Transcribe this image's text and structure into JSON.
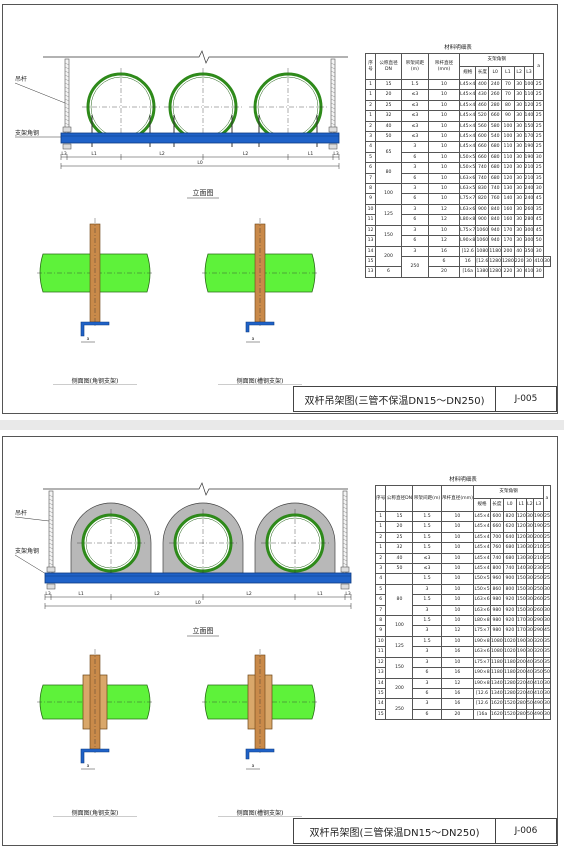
{
  "sheets": [
    {
      "id": "sheet1",
      "insulated": false,
      "labels": {
        "rod": "吊杆",
        "beam": "支架角钢",
        "elevation": "立面图",
        "side_angle": "侧面图(角钢支架)",
        "side_channel": "侧面图(槽钢支架)",
        "dim_L0": "L0",
        "dim_L1": "L1",
        "dim_L2": "L2",
        "dim_L3": "L3",
        "dim_a": "a"
      },
      "title": "双杆吊架图(三管不保温DN15～DN250)",
      "drawing_no": "J-005",
      "table": {
        "title": "材料明细表",
        "head": {
          "seq": "序号",
          "dn": "公称直径DN",
          "spacing": "吊架间距(m)",
          "rod": "吊杆直径(mm)",
          "support": "支架角钢",
          "spec": "规格",
          "len": "长度",
          "l0": "L0",
          "l1": "L1",
          "l2": "L2",
          "l3": "L3",
          "a": "a"
        },
        "rows": [
          [
            "1",
            "15",
            "1.5",
            "10",
            "L45×4",
            "400",
            "240",
            "70",
            "30",
            "100",
            "25"
          ],
          [
            "1",
            "20",
            "≤3",
            "10",
            "L45×4",
            "430",
            "260",
            "70",
            "30",
            "110",
            "25"
          ],
          [
            "2",
            "25",
            "≤3",
            "10",
            "L45×4",
            "460",
            "280",
            "80",
            "30",
            "120",
            "25"
          ],
          [
            "1",
            "32",
            "≤3",
            "10",
            "L45×4",
            "520",
            "660",
            "90",
            "30",
            "140",
            "25"
          ],
          [
            "2",
            "40",
            "≤3",
            "10",
            "L45×4",
            "560",
            "580",
            "100",
            "30",
            "150",
            "25"
          ],
          [
            "3",
            "50",
            "≤3",
            "10",
            "L45×4",
            "600",
            "540",
            "100",
            "30",
            "170",
            "25"
          ],
          [
            "4",
            "",
            "3",
            "10",
            "L45×4",
            "660",
            "680",
            "110",
            "30",
            "190",
            "25"
          ],
          [
            "5",
            "65",
            "6",
            "10",
            "L50×5",
            "660",
            "680",
            "110",
            "30",
            "190",
            "30"
          ],
          [
            "6",
            "80",
            "3",
            "10",
            "L50×5",
            "740",
            "680",
            "120",
            "30",
            "210",
            "25"
          ],
          [
            "7",
            "",
            "6",
            "10",
            "L63×6",
            "740",
            "680",
            "120",
            "30",
            "210",
            "35"
          ],
          [
            "8",
            "100",
            "3",
            "10",
            "L63×5",
            "830",
            "740",
            "130",
            "30",
            "240",
            "30"
          ],
          [
            "9",
            "",
            "6",
            "10",
            "L75×7",
            "820",
            "760",
            "140",
            "30",
            "240",
            "45"
          ],
          [
            "10",
            "125",
            "3",
            "12",
            "L63×6",
            "900",
            "840",
            "160",
            "30",
            "260",
            "35"
          ],
          [
            "11",
            "",
            "6",
            "12",
            "L80×8",
            "900",
            "840",
            "160",
            "30",
            "280",
            "45"
          ],
          [
            "12",
            "150",
            "3",
            "10",
            "L75×7",
            "1060",
            "940",
            "170",
            "30",
            "300",
            "45"
          ],
          [
            "13",
            "",
            "6",
            "12",
            "L90×8",
            "1060",
            "940",
            "170",
            "30",
            "300",
            "50"
          ],
          [
            "14",
            "200",
            "3",
            "16",
            "[12.6",
            "1080",
            "1180",
            "200",
            "40",
            "350",
            "30"
          ],
          [
            "15",
            "",
            "6",
            "16",
            "[12.6",
            "1280",
            "1280",
            "220",
            "30",
            "410",
            "30"
          ],
          [
            "13",
            "250",
            "6",
            "20",
            "[16a",
            "1380",
            "1280",
            "220",
            "30",
            "410",
            "30"
          ]
        ],
        "dn_groups": [
          [
            "65",
            6,
            2
          ],
          [
            "80",
            8,
            2
          ],
          [
            "100",
            10,
            2
          ],
          [
            "125",
            12,
            2
          ],
          [
            "150",
            14,
            2
          ],
          [
            "200",
            16,
            2
          ],
          [
            "250",
            17,
            2
          ]
        ]
      }
    },
    {
      "id": "sheet2",
      "insulated": true,
      "labels": {
        "rod": "吊杆",
        "beam": "支架角钢",
        "elevation": "立面图",
        "side_angle": "侧面图(角钢支架)",
        "side_channel": "侧面图(槽钢支架)",
        "dim_L0": "L0",
        "dim_L1": "L1",
        "dim_L2": "L2",
        "dim_L3": "L3",
        "dim_a": "a"
      },
      "title": "双杆吊架图(三管保温DN15～DN250)",
      "drawing_no": "J-006",
      "table": {
        "title": "材料明细表",
        "head": {
          "seq": "序号",
          "dn": "公称直径DN",
          "spacing": "吊架间距(m)",
          "rod": "吊杆直径(mm)",
          "support": "支架角钢",
          "spec": "规格",
          "len": "长度",
          "l0": "L0",
          "l1": "L1",
          "l2": "L2",
          "l3": "L3",
          "a": "a"
        },
        "rows": [
          [
            "1",
            "15",
            "1.5",
            "10",
            "L45×4",
            "600",
            "820",
            "120",
            "30",
            "190",
            "25"
          ],
          [
            "1",
            "20",
            "1.5",
            "10",
            "L45×4",
            "660",
            "620",
            "120",
            "30",
            "190",
            "25"
          ],
          [
            "2",
            "25",
            "1.5",
            "10",
            "L45×4",
            "700",
            "640",
            "120",
            "30",
            "200",
            "25"
          ],
          [
            "1",
            "32",
            "1.5",
            "10",
            "L45×4",
            "760",
            "680",
            "130",
            "30",
            "210",
            "25"
          ],
          [
            "2",
            "40",
            "≤3",
            "10",
            "L45×4",
            "740",
            "680",
            "130",
            "30",
            "210",
            "25"
          ],
          [
            "3",
            "50",
            "≤3",
            "10",
            "L45×4",
            "800",
            "740",
            "140",
            "30",
            "230",
            "25"
          ],
          [
            "4",
            "",
            "1.5",
            "10",
            "L50×5",
            "960",
            "900",
            "150",
            "30",
            "250",
            "25"
          ],
          [
            "5",
            "80",
            "3",
            "10",
            "L50×5",
            "860",
            "800",
            "150",
            "30",
            "250",
            "30"
          ],
          [
            "6",
            "",
            "1.5",
            "10",
            "L63×6",
            "980",
            "920",
            "150",
            "30",
            "260",
            "25"
          ],
          [
            "7",
            "",
            "3",
            "10",
            "L63×6",
            "980",
            "920",
            "150",
            "30",
            "260",
            "30"
          ],
          [
            "8",
            "100",
            "1.5",
            "10",
            "L80×8",
            "980",
            "920",
            "170",
            "30",
            "290",
            "30"
          ],
          [
            "9",
            "",
            "3",
            "12",
            "L75×7",
            "980",
            "920",
            "170",
            "30",
            "290",
            "45"
          ],
          [
            "10",
            "125",
            "1.5",
            "10",
            "L90×8",
            "1080",
            "1020",
            "190",
            "30",
            "320",
            "35"
          ],
          [
            "11",
            "",
            "3",
            "16",
            "L63×6",
            "1080",
            "1020",
            "190",
            "30",
            "320",
            "35"
          ],
          [
            "12",
            "150",
            "3",
            "10",
            "L75×7",
            "1180",
            "1180",
            "200",
            "40",
            "350",
            "35"
          ],
          [
            "13",
            "",
            "6",
            "16",
            "L90×8",
            "1180",
            "1180",
            "200",
            "40",
            "350",
            "50"
          ],
          [
            "14",
            "200",
            "3",
            "12",
            "L90×8",
            "1340",
            "1280",
            "220",
            "40",
            "410",
            "30"
          ],
          [
            "15",
            "",
            "6",
            "16",
            "[12.6",
            "1340",
            "1280",
            "220",
            "40",
            "410",
            "30"
          ],
          [
            "14",
            "250",
            "3",
            "16",
            "[12.6",
            "1620",
            "1520",
            "280",
            "50",
            "490",
            "30"
          ],
          [
            "15",
            "",
            "6",
            "20",
            "[16a",
            "1620",
            "1520",
            "280",
            "50",
            "490",
            "30"
          ]
        ],
        "dn_groups": [
          [
            "80",
            7,
            3
          ],
          [
            "100",
            10,
            2
          ],
          [
            "125",
            12,
            2
          ],
          [
            "150",
            14,
            2
          ],
          [
            "200",
            16,
            2
          ],
          [
            "250",
            18,
            2
          ]
        ]
      }
    }
  ],
  "colors": {
    "pipe": "#5ef23a",
    "pipe_edge": "#2e8a1a",
    "beam": "#1f62c8",
    "insulation": "#b8b8b8",
    "rod": "#c98a4a"
  }
}
